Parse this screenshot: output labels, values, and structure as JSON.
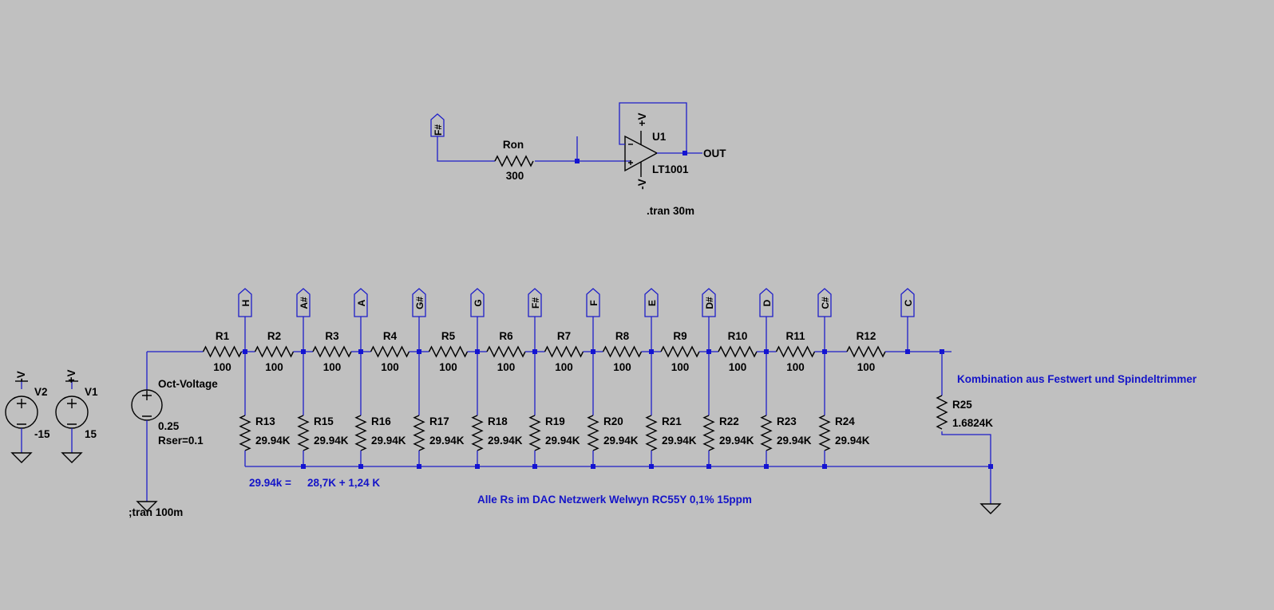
{
  "colors": {
    "background": "#c0c0c0",
    "wire": "#1e1ec8",
    "component": "#000000",
    "comment": "#1414c8"
  },
  "opamp": {
    "name": "U1",
    "model": "LT1001",
    "vplus": "+V",
    "vminus": "-V",
    "output_label": "OUT",
    "input_flag": "F#"
  },
  "ron": {
    "name": "Ron",
    "value": "300"
  },
  "directive": ".tran 30m",
  "commented_directive": ";tran 100m",
  "sources": {
    "v2": {
      "name": "V2",
      "value": "-15",
      "flag": "-V"
    },
    "v1": {
      "name": "V1",
      "value": "15",
      "flag": "+V"
    },
    "oct": {
      "name": "Oct-Voltage",
      "value": "0.25",
      "rser": "Rser=0.1"
    }
  },
  "ladder": {
    "series": [
      {
        "name": "R1",
        "value": "100"
      },
      {
        "name": "R2",
        "value": "100"
      },
      {
        "name": "R3",
        "value": "100"
      },
      {
        "name": "R4",
        "value": "100"
      },
      {
        "name": "R5",
        "value": "100"
      },
      {
        "name": "R6",
        "value": "100"
      },
      {
        "name": "R7",
        "value": "100"
      },
      {
        "name": "R8",
        "value": "100"
      },
      {
        "name": "R9",
        "value": "100"
      },
      {
        "name": "R10",
        "value": "100"
      },
      {
        "name": "R11",
        "value": "100"
      },
      {
        "name": "R12",
        "value": "100"
      }
    ],
    "shunts": [
      {
        "name": "R13",
        "value": "29.94K"
      },
      {
        "name": "R15",
        "value": "29.94K"
      },
      {
        "name": "R16",
        "value": "29.94K"
      },
      {
        "name": "R17",
        "value": "29.94K"
      },
      {
        "name": "R18",
        "value": "29.94K"
      },
      {
        "name": "R19",
        "value": "29.94K"
      },
      {
        "name": "R20",
        "value": "29.94K"
      },
      {
        "name": "R21",
        "value": "29.94K"
      },
      {
        "name": "R22",
        "value": "29.94K"
      },
      {
        "name": "R23",
        "value": "29.94K"
      },
      {
        "name": "R24",
        "value": "29.94K"
      }
    ],
    "flags": [
      "H",
      "A#",
      "A",
      "G#",
      "G",
      "F#",
      "F",
      "E",
      "D#",
      "D",
      "C#",
      "C"
    ],
    "r25": {
      "name": "R25",
      "value": "1.6824K"
    }
  },
  "notes": {
    "comb_left": "29.94k =",
    "comb_right": "28,7K + 1,24 K",
    "trimmer": "Kombination aus Festwert und Spindeltrimmer",
    "dac": "Alle Rs im DAC Netzwerk Welwyn RC55Y 0,1% 15ppm"
  }
}
